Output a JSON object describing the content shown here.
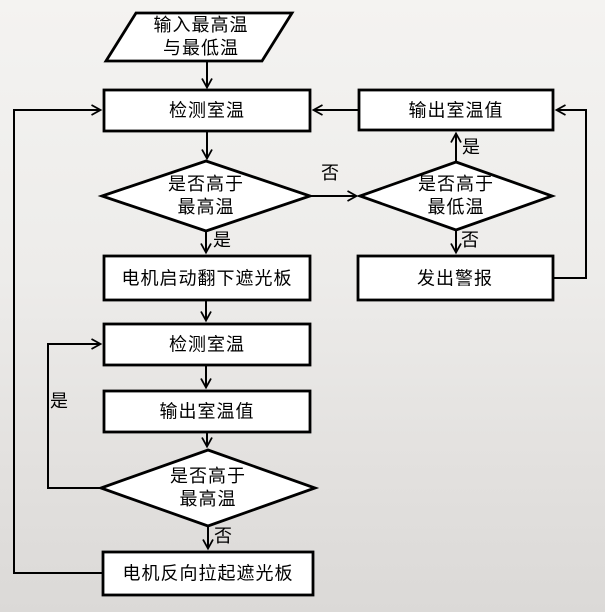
{
  "diagram": {
    "type": "flowchart",
    "language": "zh-CN",
    "nodes": {
      "input": {
        "shape": "parallelogram",
        "line1": "输入最高温",
        "line2": "与最低温"
      },
      "detect1": {
        "shape": "rectangle",
        "label": "检测室温"
      },
      "output1": {
        "shape": "rectangle",
        "label": "输出室温值"
      },
      "decision_high1": {
        "shape": "diamond",
        "line1": "是否高于",
        "line2": "最高温"
      },
      "decision_low": {
        "shape": "diamond",
        "line1": "是否高于",
        "line2": "最低温"
      },
      "alarm": {
        "shape": "rectangle",
        "label": "发出警报"
      },
      "motor_down": {
        "shape": "rectangle",
        "label": "电机启动翻下遮光板"
      },
      "detect2": {
        "shape": "rectangle",
        "label": "检测室温"
      },
      "output2": {
        "shape": "rectangle",
        "label": "输出室温值"
      },
      "decision_high2": {
        "shape": "diamond",
        "line1": "是否高于",
        "line2": "最高温"
      },
      "motor_up": {
        "shape": "rectangle",
        "label": "电机反向拉起遮光板"
      }
    },
    "edge_labels": {
      "d1_no": "否",
      "d1_yes": "是",
      "d2_yes": "是",
      "d2_no": "否",
      "d3_yes": "是",
      "d3_no": "否"
    },
    "colors": {
      "node_fill": "#ffffff",
      "stroke": "#000000",
      "background_top": "#f4f3f1",
      "background_bottom": "#dbd9d7"
    }
  }
}
